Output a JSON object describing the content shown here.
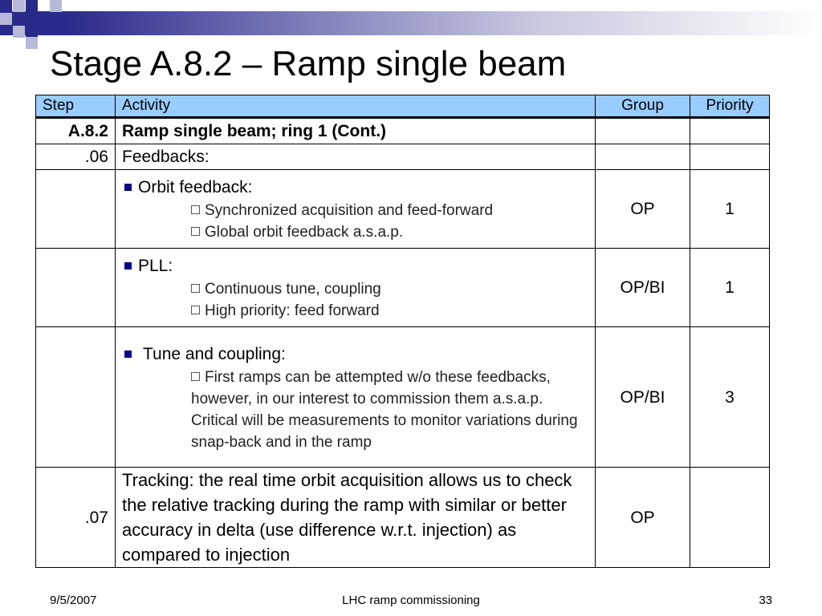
{
  "slide": {
    "title": "Stage A.8.2 – Ramp single beam",
    "footer_date": "9/5/2007",
    "footer_center": "LHC ramp commissioning",
    "footer_page": "33",
    "accent_color": "#2a2a8a",
    "header_color": "#99ccff",
    "bullet_color": "#00008b"
  },
  "table": {
    "headers": {
      "step": "Step",
      "activity": "Activity",
      "group": "Group",
      "priority": "Priority"
    },
    "row1": {
      "step": "A.8.2",
      "activity": "Ramp single beam;  ring 1 (Cont.)",
      "group": "",
      "priority": ""
    },
    "row2": {
      "step": ".06",
      "activity": "Feedbacks:",
      "group": "",
      "priority": ""
    },
    "row3": {
      "heading": "Orbit feedback:",
      "items": [
        "Synchronized acquisition and feed-forward",
        "Global orbit feedback a.s.a.p."
      ],
      "group": "OP",
      "priority": "1"
    },
    "row4": {
      "heading": "PLL:",
      "items": [
        "Continuous tune, coupling",
        "High priority: feed forward"
      ],
      "group": "OP/BI",
      "priority": "1"
    },
    "row5": {
      "heading": "Tune and coupling:",
      "text": "First ramps can be attempted w/o these feedbacks, however, in our interest to commission them a.s.a.p. Critical will be measurements to monitor variations during snap-back and in the ramp",
      "group": "OP/BI",
      "priority": "3"
    },
    "row6": {
      "step": ".07",
      "activity": "Tracking: the real time orbit acquisition allows us to check the relative tracking during the ramp with similar or better accuracy in delta (use difference w.r.t. injection) as compared to injection",
      "group": "OP",
      "priority": ""
    }
  }
}
